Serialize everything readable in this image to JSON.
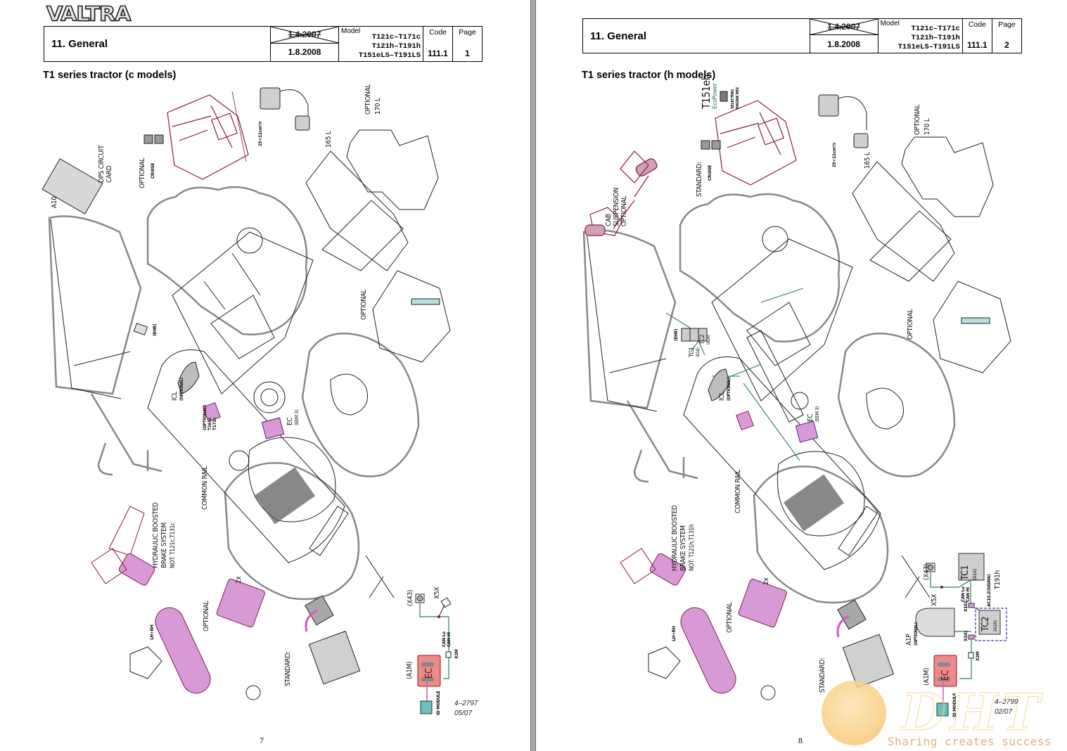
{
  "document": {
    "brand": "VALTRA",
    "pages": [
      {
        "side": "left",
        "header": {
          "title": "11. General",
          "date_superseded": "1.4.2007",
          "date_current": "1.8.2008",
          "model_label": "Model",
          "models": [
            "T121c–T171c",
            "T121h–T191h",
            "T151eLS–T191LS"
          ],
          "code_label": "Code",
          "code": "111.1",
          "page_label": "Page",
          "page": "1"
        },
        "section_title": "T1 series tractor (c models)",
        "labels": {
          "dps_card": "DPS CIRCUIT",
          "dps_card2": "CARD",
          "a10": "A10",
          "optional_cruise": "OPTIONAL",
          "cruise": "CRUISE",
          "flow": "25+11cm³/r",
          "tank_165": "165 L",
          "tank_opt": "OPTIONAL",
          "tank_170": "170 L",
          "optional_susp": "OPTIONAL",
          "ehr": "(EHR)",
          "icl": "ICL",
          "icl_opt": "(OPTIONAL)",
          "opt_valve": "(OPTIONAL)",
          "opt_valve2": "T161c",
          "opt_valve3": "T171c",
          "ec": "EC",
          "eem3": "(EEM 3)",
          "common_rail": "COMMON RAIL",
          "brake1": "HYDRAULIC BOOSTED",
          "brake2": "BRAKE SYSTEM",
          "brake3": "NOT: T121c,T131c",
          "two_x": "2x",
          "optional_arm": "OPTIONAL",
          "lh_rh": "LH+RH",
          "standard": "STANDARD:",
          "x43": "(X43)",
          "x5x": "X5X",
          "can": "CAN Lo",
          "can2": "CAN Hi",
          "x2m": "X2M",
          "a1m": "(A1M)",
          "ec_box": "EC",
          "id_module": "ID MODULE"
        },
        "figure_ref": [
          "4–2797",
          "05/07"
        ],
        "page_number": "7"
      },
      {
        "side": "right",
        "header": {
          "title": "11. General",
          "date_superseded": "1.4.2007",
          "date_current": "1.8.2008",
          "model_label": "Model",
          "models": [
            "T121c–T171c",
            "T121h–T191h",
            "T151eLS–T191LS"
          ],
          "code_label": "Code",
          "code": "111.1",
          "page_label": "Page",
          "page": "2"
        },
        "section_title": "T1 series tractor (h models)",
        "labels": {
          "t151eh": "T151eh",
          "ecopower": "EcoPower",
          "selecting": "SELECTING",
          "engine_rev": "ENGINE REV.",
          "cab1": "CAB",
          "cab2": "SUSPENSION",
          "cab3": "OPTIONAL",
          "standard_cruise": "STANDARD:",
          "cruise": "CRUISE",
          "flow": "25+11cm³/r",
          "tank_165": "165 L",
          "tank_opt": "OPTIONAL",
          "tank_170": "170 L",
          "optional_susp": "OPTIONAL",
          "ehr": "(EHR)",
          "tc1": "TC1",
          "tc1_sub": "(A1A)",
          "tc2": "TC2",
          "tc2_sub": "(A2A)",
          "icl": "ICL",
          "icl_opt": "(OPTIONAL)",
          "ec": "EC",
          "eem3": "(EEM 3)",
          "common_rail": "COMMON RAIL",
          "brake1": "HYDRAULIC BOOSTED",
          "brake2": "BRAKE SYSTEM",
          "brake3": "NOT: T121h,T131h",
          "two_x": "2x",
          "optional_arm": "OPTIONAL",
          "lh_rh": "LH+RH",
          "standard": "STANDARD:",
          "x43": "(X43)",
          "x5x": "X5X",
          "can": "CAN Lo",
          "can2": "CAN Hi",
          "x101a": "X101",
          "x101b": "X101",
          "x2m": "X2M",
          "a1p": "A1P",
          "a1p_opt": "(OPTIONAL)",
          "a1m": "(A1M)",
          "ec_box": "EC",
          "tc1_box": "TC1",
          "tc1_box_sub": "(A1A)",
          "tc2_box": "TC2",
          "tc2_box_sub": "(A2A)",
          "ac": "AC10.2(SIGMA)",
          "t191h": "T191h",
          "id_module": "ID MODULE"
        },
        "figure_ref": [
          "4–2799",
          "02/07"
        ],
        "page_number": "8"
      }
    ]
  },
  "watermark": {
    "logo": "DHT",
    "tagline": "Sharing creates success"
  },
  "colors": {
    "maroon": "#8b1a3d",
    "pink_fill": "#d79ad6",
    "teal_line": "#2e7d5b",
    "ec_red": "#ef8a8a",
    "id_teal": "#6ac0bd",
    "grey_fill": "#d0d0d0",
    "gutter": "#a9a9a9"
  }
}
